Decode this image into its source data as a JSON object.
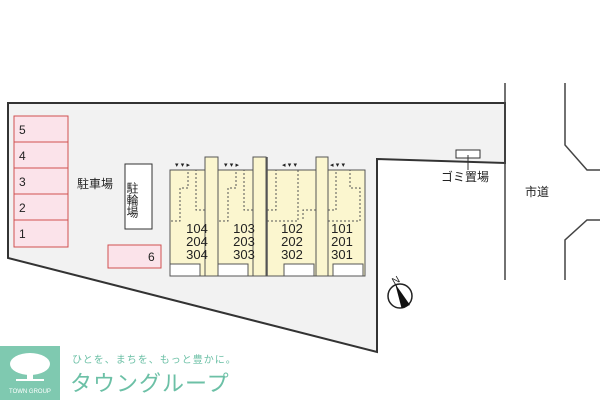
{
  "plan": {
    "parking_label": "駐車場",
    "bike_label": "駐輪場",
    "garbage_label": "ゴミ置場",
    "road_label": "市道",
    "north_label": "N",
    "parking_slots": [
      "5",
      "4",
      "3",
      "2",
      "1"
    ],
    "parking_slot_extra": "6",
    "units": [
      {
        "rooms": [
          "104",
          "204",
          "304"
        ]
      },
      {
        "rooms": [
          "103",
          "203",
          "303"
        ]
      },
      {
        "rooms": [
          "102",
          "202",
          "302"
        ]
      },
      {
        "rooms": [
          "101",
          "201",
          "301"
        ]
      }
    ]
  },
  "logo": {
    "name_en": "TOWN GROUP",
    "tagline": "ひとを、まちを、もっと豊かに。",
    "brand": "タウングループ",
    "color": "#7fc9b0"
  },
  "colors": {
    "parking": "#fbe3ea",
    "parking_border": "#d05050",
    "building": "#fbf6cf",
    "lot": "#f2f2f2"
  }
}
